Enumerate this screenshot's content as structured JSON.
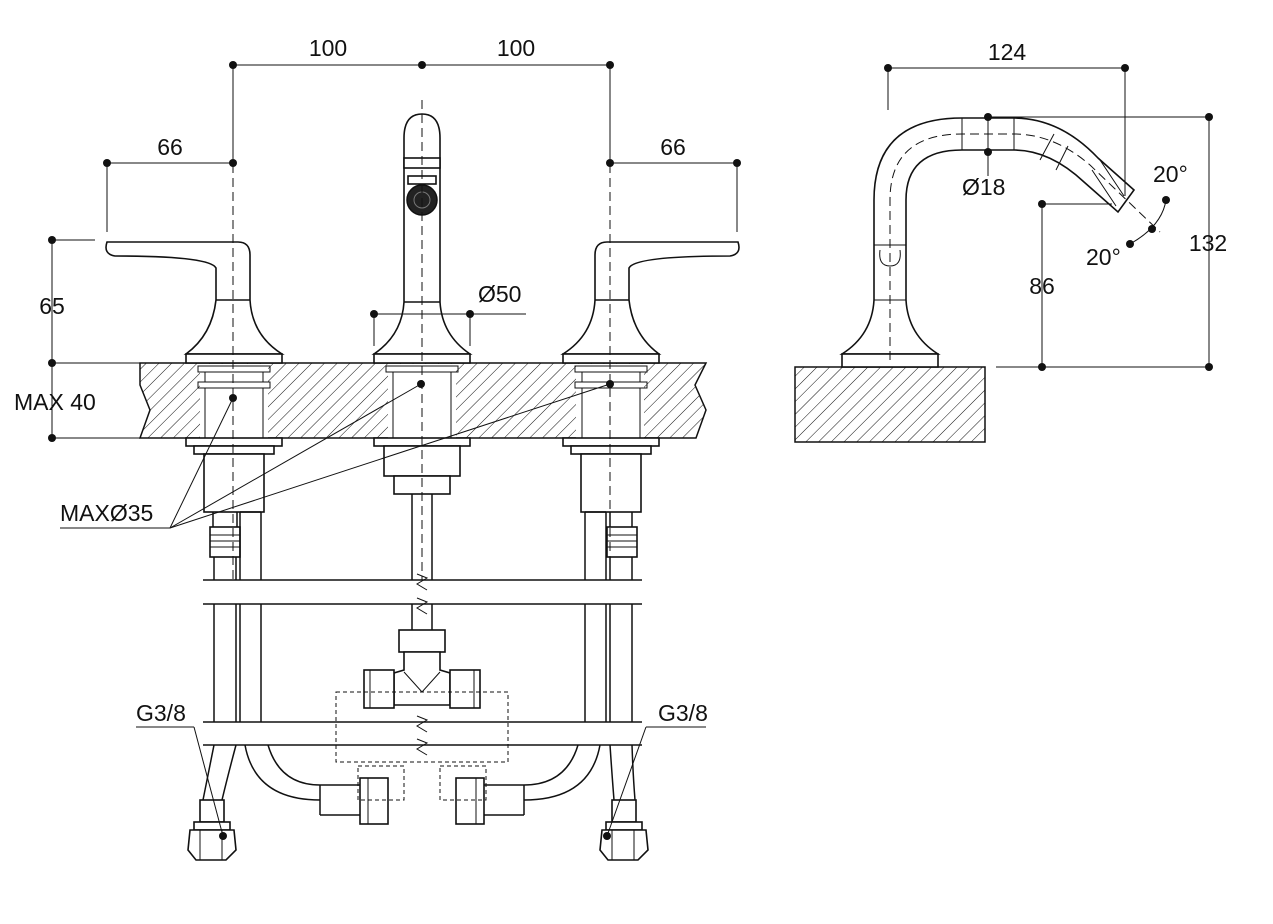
{
  "dimensions": {
    "center_left": "100",
    "center_right": "100",
    "handle_left": "66",
    "handle_right": "66",
    "handle_height": "65",
    "deck_thickness": "MAX 40",
    "hole_diameter": "MAXØ35",
    "spout_base_diameter": "Ø50",
    "connection_left": "G3/8",
    "connection_right": "G3/8"
  },
  "side_view": {
    "reach": "124",
    "height": "132",
    "outlet_height": "86",
    "pipe_diameter": "Ø18",
    "angle_up": "20°",
    "angle_down": "20°"
  }
}
